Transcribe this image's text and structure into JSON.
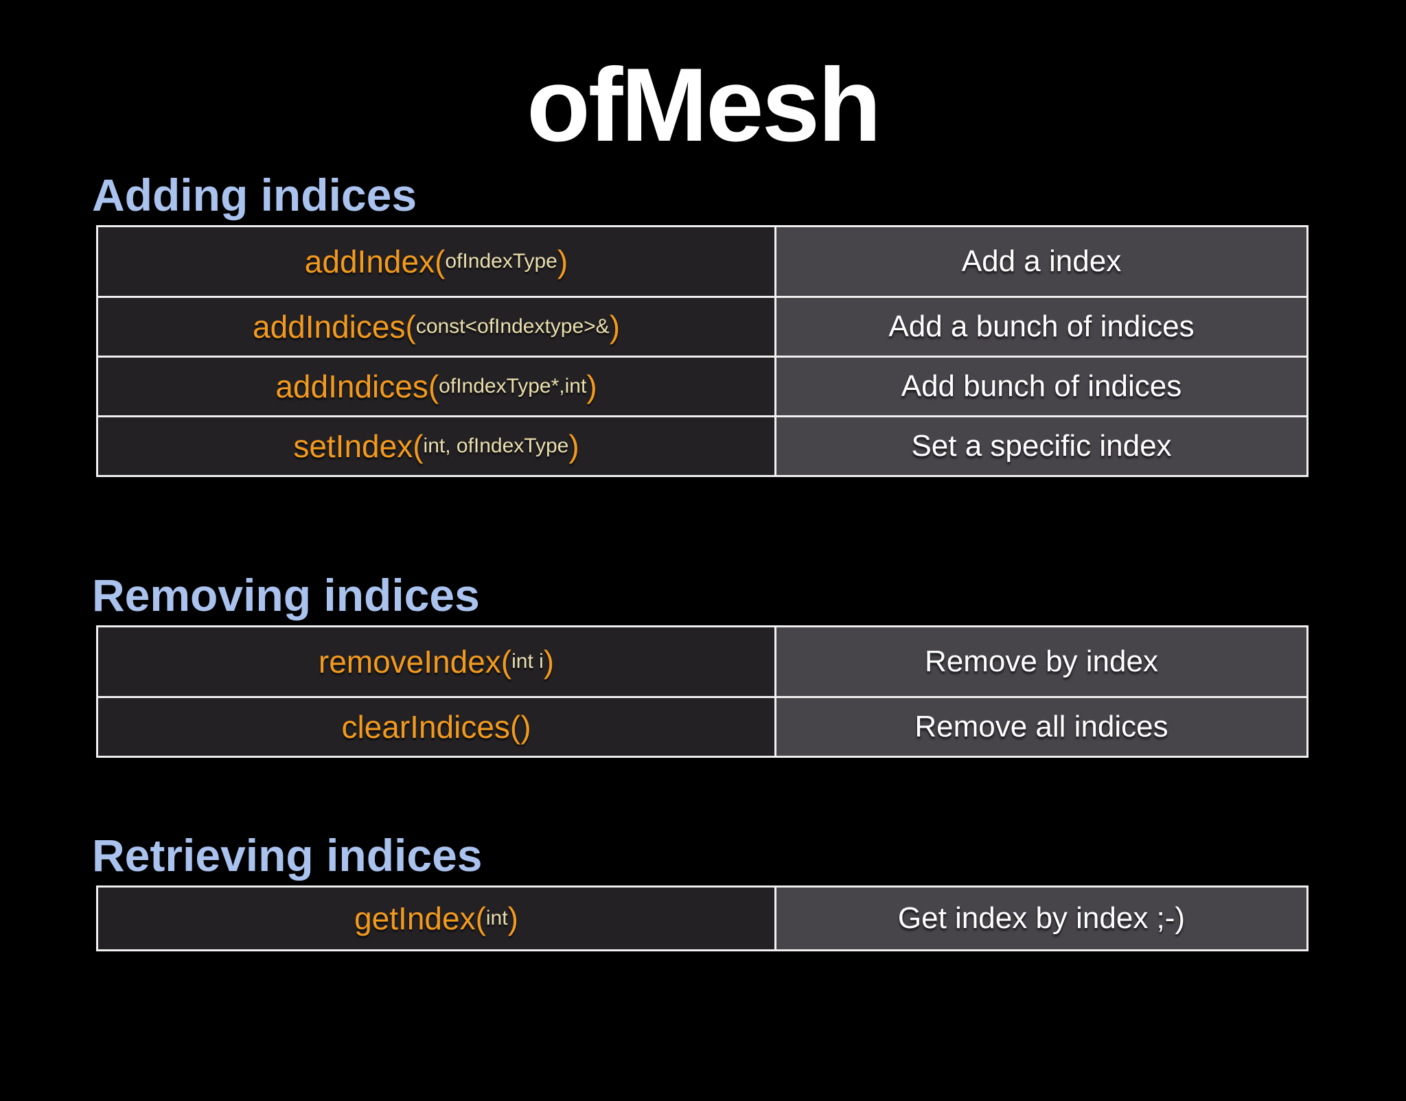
{
  "title": "ofMesh",
  "colors": {
    "background": "#000000",
    "heading_blue": "#aac2ee",
    "code_orange": "#f29a1e",
    "code_param_cream": "#eadfad",
    "description_text": "#ffffff",
    "code_cell_bg": "#232124",
    "desc_cell_bg": "#47444a",
    "table_border": "#f0f0f0"
  },
  "sections": [
    {
      "heading": "Adding indices",
      "rows": [
        {
          "code_main": "addIndex(",
          "code_param": "ofIndexType",
          "code_end": ")",
          "desc": "Add a index"
        },
        {
          "code_main": "addIndices(",
          "code_param": "const<ofIndextype>&",
          "code_end": ")",
          "desc": "Add a bunch of indices"
        },
        {
          "code_main": "addIndices(",
          "code_param": "ofIndexType*,int",
          "code_end": ")",
          "desc": "Add bunch of indices"
        },
        {
          "code_main": "setIndex(",
          "code_param": "int, ofIndexType",
          "code_end": ")",
          "desc": "Set a specific index"
        }
      ]
    },
    {
      "heading": "Removing indices",
      "rows": [
        {
          "code_main": "removeIndex(",
          "code_param": "int i",
          "code_end": ")",
          "desc": "Remove by index"
        },
        {
          "code_main": "clearIndices()",
          "code_param": "",
          "code_end": "",
          "desc": "Remove all indices"
        }
      ]
    },
    {
      "heading": "Retrieving indices",
      "rows": [
        {
          "code_main": "getIndex(",
          "code_param": "int",
          "code_end": ")",
          "desc": "Get index by index ;-)"
        }
      ]
    }
  ]
}
